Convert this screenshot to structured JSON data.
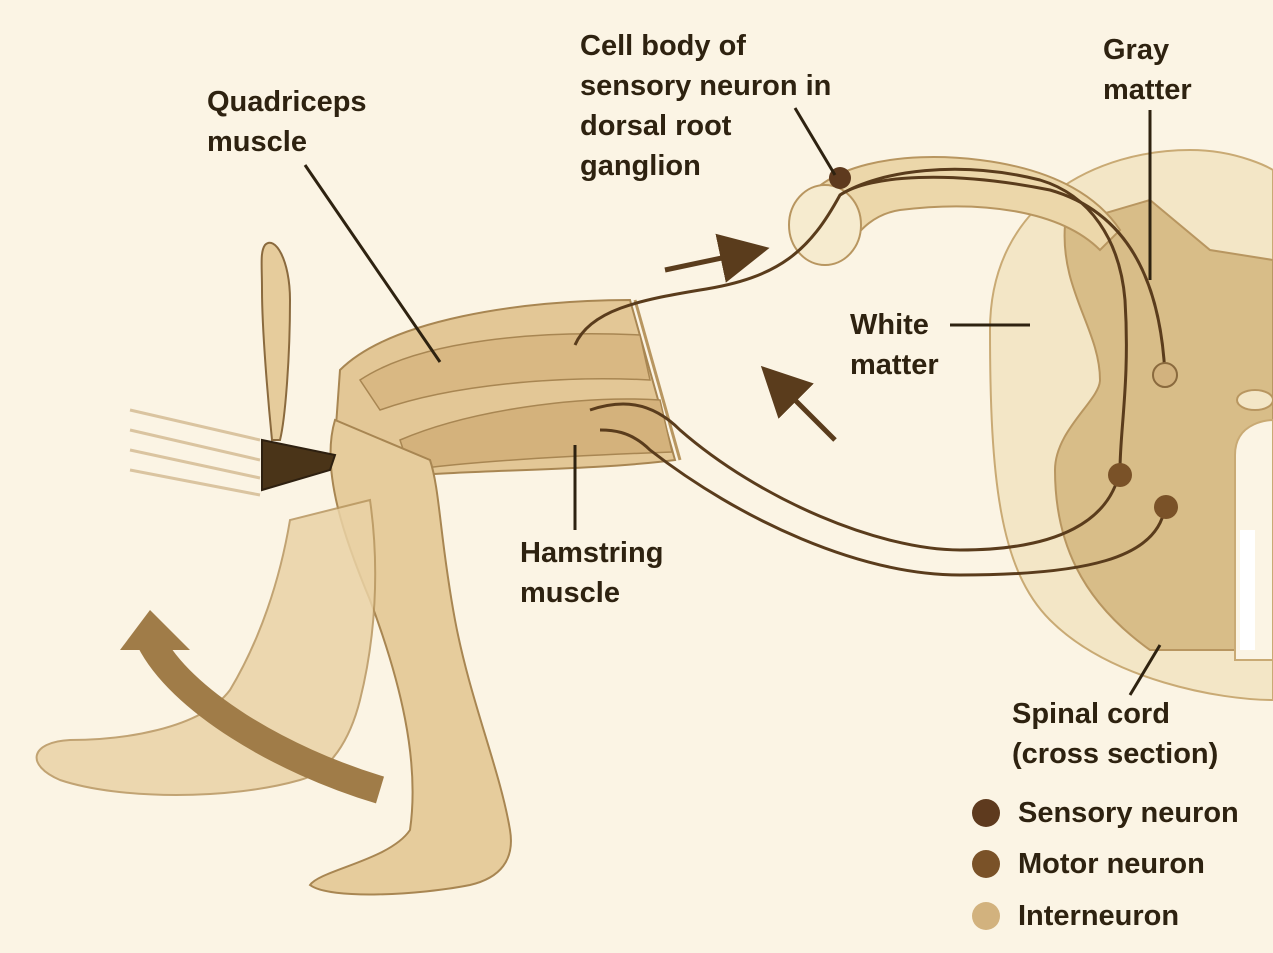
{
  "labels": {
    "quadriceps": [
      "Quadriceps",
      "muscle"
    ],
    "cell_body": [
      "Cell body of",
      "sensory neuron in",
      "dorsal root",
      "ganglion"
    ],
    "gray_matter": [
      "Gray",
      "matter"
    ],
    "white_matter": [
      "White",
      "matter"
    ],
    "hamstring": [
      "Hamstring",
      "muscle"
    ],
    "spinal_cord": [
      "Spinal cord",
      "(cross section)"
    ]
  },
  "legend": [
    {
      "label": "Sensory neuron",
      "color": "#5e3a1e"
    },
    {
      "label": "Motor neuron",
      "color": "#7a5228"
    },
    {
      "label": "Interneuron",
      "color": "#d2b27e"
    }
  ],
  "colors": {
    "background": "#fbf4e4",
    "tissue": "#e6cc9c",
    "tissue_dark": "#b89660",
    "gray_matter": "#d8bd88",
    "white_matter": "#f3e6c6",
    "nerve": "#5a3c1c",
    "arrow": "#a07c48"
  }
}
